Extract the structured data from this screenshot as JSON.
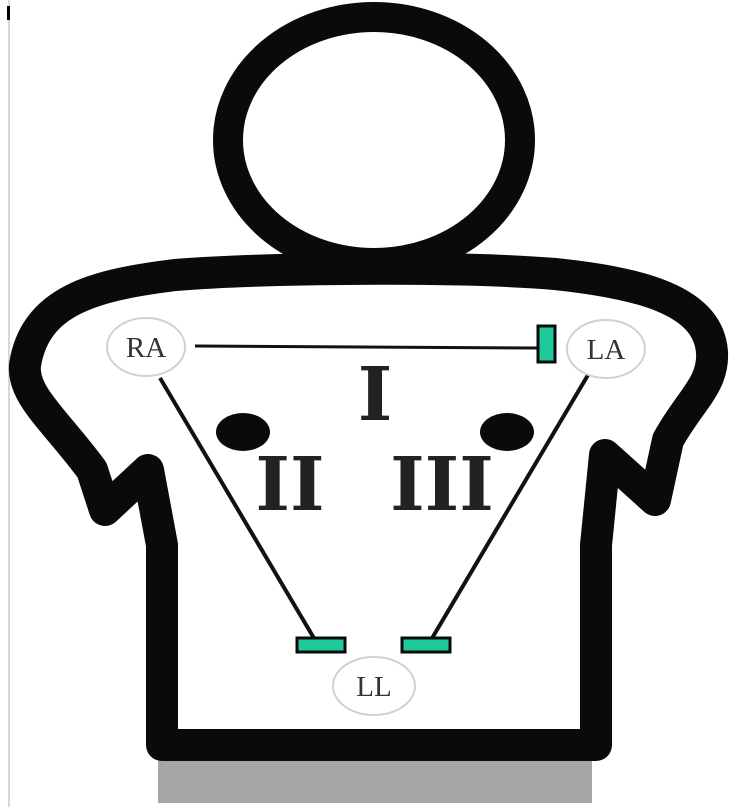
{
  "electrodes": {
    "ra": "RA",
    "la": "LA",
    "ll": "LL"
  },
  "leads": {
    "lead_1": "I",
    "lead_2": "II",
    "lead_3": "III"
  },
  "colors": {
    "outline": "#0a0a0a",
    "electrode_pad": "#1ec99a",
    "shadow": "#a6a6a6",
    "label_ring": "#d0d0d0",
    "wire": "#111111"
  }
}
